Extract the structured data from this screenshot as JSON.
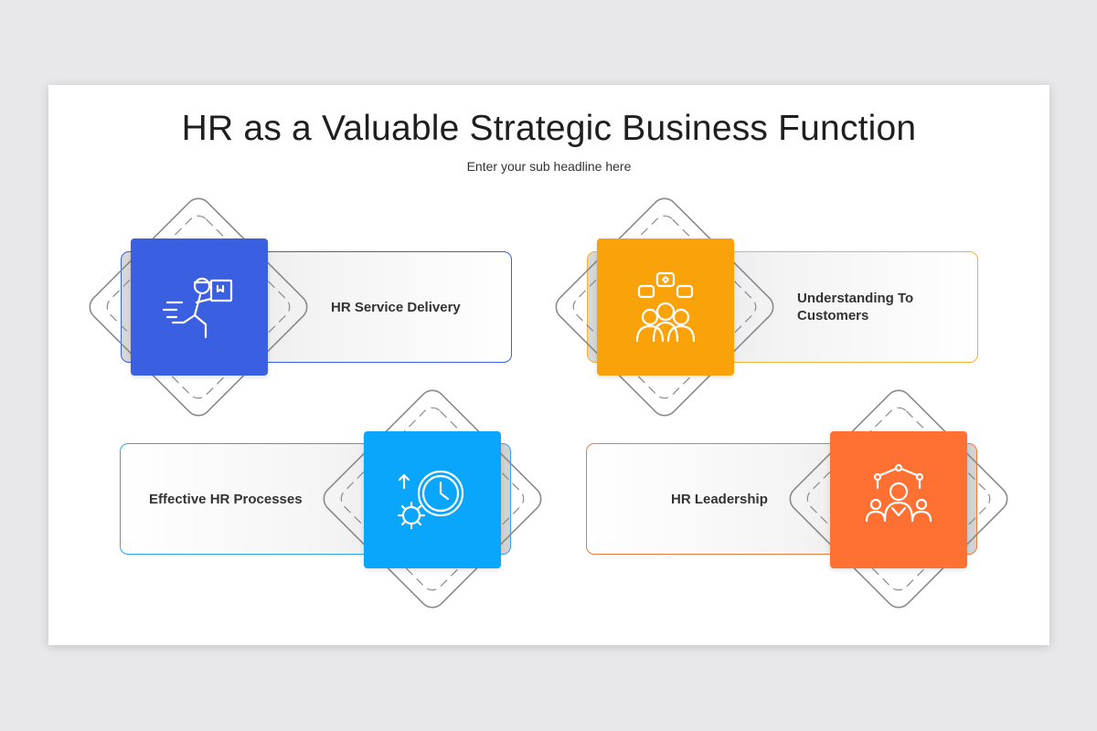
{
  "title": "HR as a Valuable Strategic Business Function",
  "subtitle": "Enter your sub headline here",
  "colors": {
    "blue": "#3a5fe0",
    "orange": "#faa20a",
    "sky": "#0aa6fb",
    "red_orange": "#ff7133",
    "background": "#e8e7e9",
    "slide": "#ffffff"
  },
  "items": [
    {
      "label": "HR Service Delivery",
      "icon": "delivery-person-icon",
      "color": "#3a5fe0"
    },
    {
      "label": "Understanding To Customers",
      "icon": "customer-group-icon",
      "color": "#faa20a"
    },
    {
      "label": "Effective HR Processes",
      "icon": "clock-gear-icon",
      "color": "#0aa6fb"
    },
    {
      "label": "HR Leadership",
      "icon": "leader-network-icon",
      "color": "#ff7133"
    }
  ]
}
